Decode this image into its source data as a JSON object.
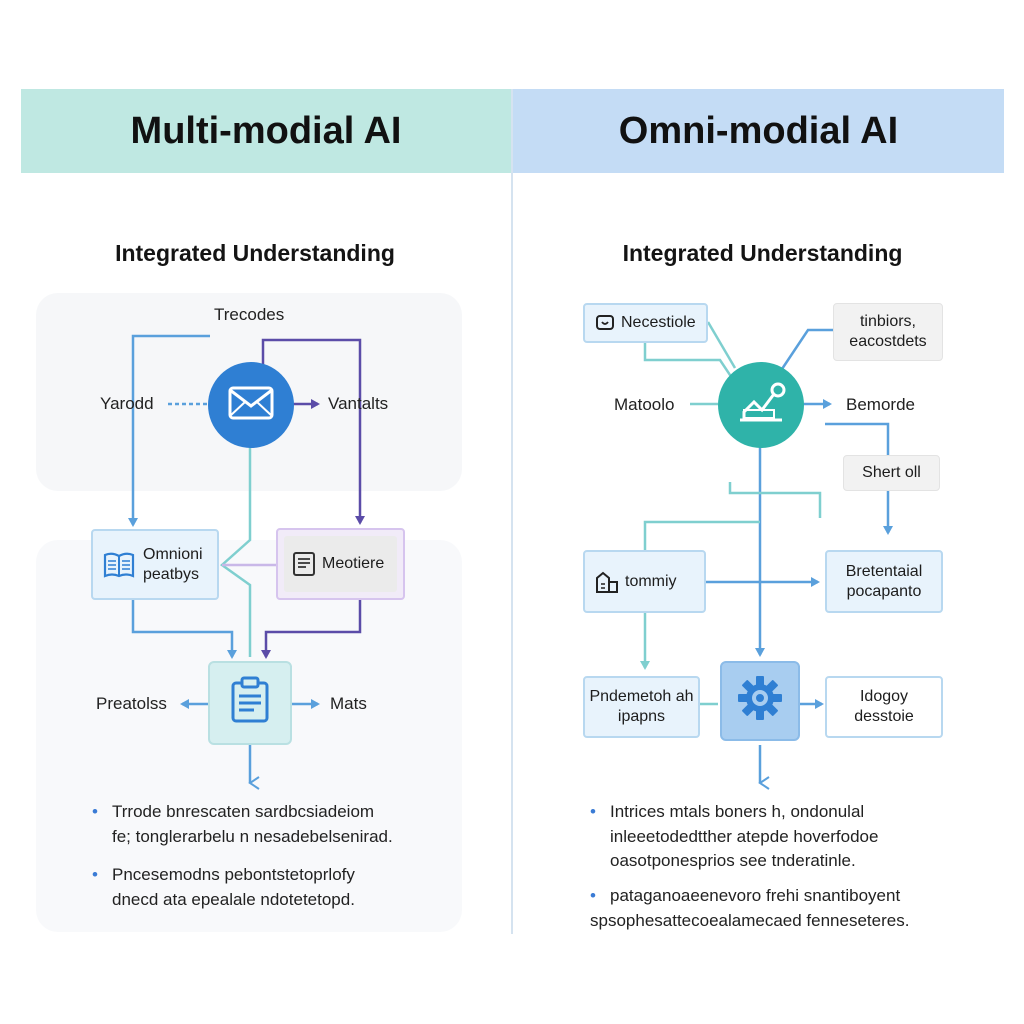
{
  "left": {
    "title": "Multi-modial AI",
    "subtitle": "Integrated Understanding",
    "labels": {
      "top": "Trecodes",
      "left": "Yarodd",
      "right": "Vantalts",
      "bottom_left": "Preatolss",
      "bottom_right": "Mats"
    },
    "boxes": {
      "omnioni_line1": "Omnioni",
      "omnioni_line2": "peatbys",
      "meotiere": "Meotiere"
    },
    "bullets": [
      {
        "line1": "Trrode bnrescaten sardbcsiadeiom",
        "line2": "fe; tonglerarbelu n nesadebelsenirad."
      },
      {
        "line1": "Pncesemodns pebontstetoprlofy",
        "line2": "dnecd ata epealale ndotetetopd."
      }
    ]
  },
  "right": {
    "title": "Omni-modial AI",
    "subtitle": "Integrated Understanding",
    "labels": {
      "left": "Matoolo",
      "right": "Bemorde"
    },
    "boxes": {
      "necestiole": "Necestiole",
      "tinbiors_line1": "tinbiors,",
      "tinbiors_line2": "eacostdets",
      "shertoll": "Shert oll",
      "tommiy": "tommiy",
      "bretentaial_line1": "Bretentaial",
      "bretentaial_line2": "pocapanto",
      "pndeme_line1": "Pndemetoh ah",
      "pndeme_line2": "ipapns",
      "idogoy_line1": "Idogoy",
      "idogoy_line2": "desstoie"
    },
    "bullets": [
      {
        "line1": "Intrices mtals boners h, ondonulal",
        "line2": "inleeetodedtther atepde hoverfodoe",
        "line3": "oasotponesprios see tnderatinle."
      },
      {
        "line1": "pataganoaeenevoro frehi snantiboyent",
        "line2": "spsophesattecoealamecaed fenneseteres."
      }
    ]
  },
  "colors": {
    "left_header": "#bfe8e2",
    "right_header": "#c4dcf5",
    "blue_line": "#5aa0dc",
    "purple_line": "#5b4ca8",
    "teal_line": "#7fcfcf",
    "center_blue": "#2f7fd3",
    "center_teal": "#2fb3a9"
  },
  "icons": {
    "left_center": "envelope-icon",
    "left_box1": "book-icon",
    "left_box2": "document-icon",
    "left_bottom": "clipboard-icon",
    "right_center": "chart-icon",
    "right_box1": "chat-icon",
    "right_box2": "building-icon",
    "right_bottom": "gear-icon"
  }
}
